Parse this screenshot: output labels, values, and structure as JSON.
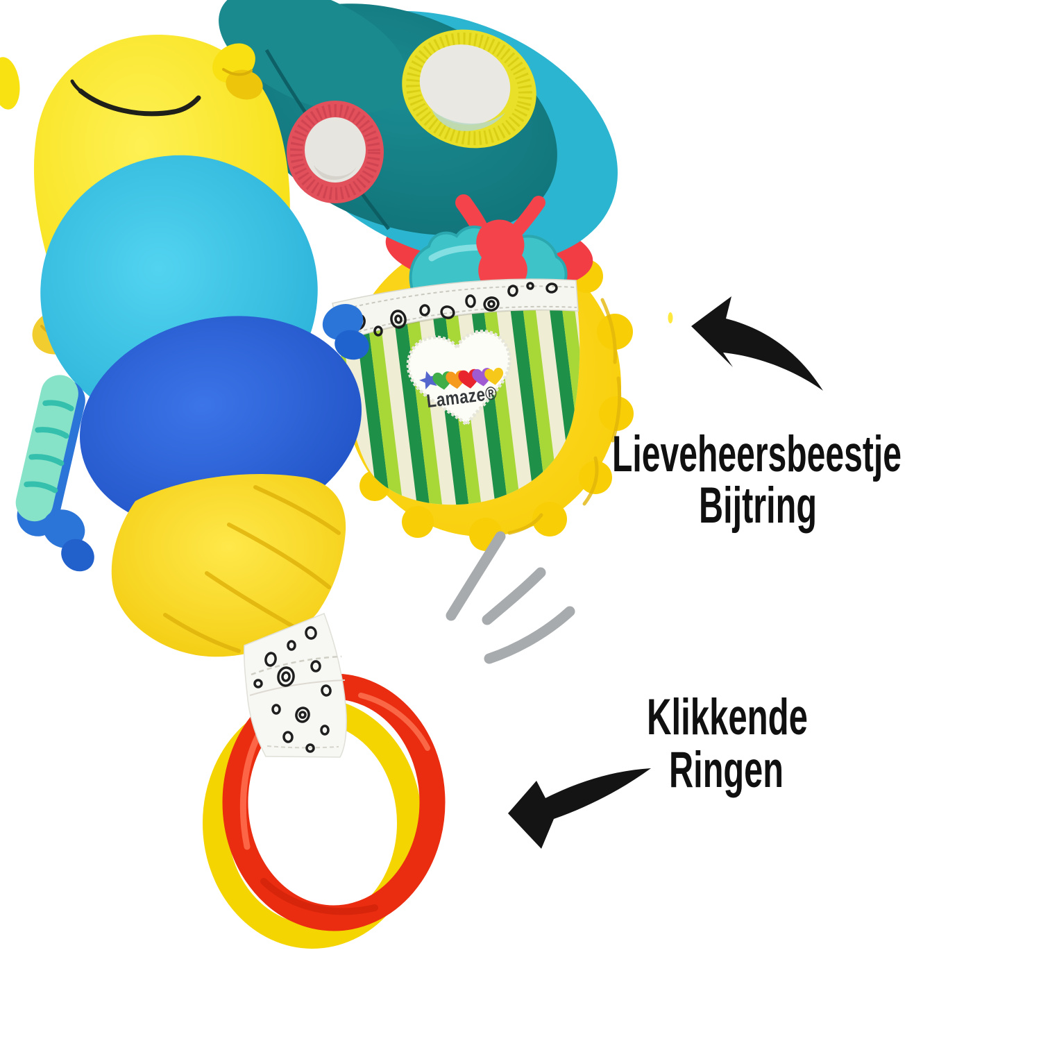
{
  "image": {
    "subject": "Lamaze butterfly caterpillar activity plush toy, annotated product photo",
    "background": "#FFFFFF"
  },
  "annotations": {
    "teether_label": {
      "line1": "Lieveheersbeestje",
      "line2": "Bijtring"
    },
    "rings_label": {
      "line1": "Klikkende",
      "line2": "Ringen"
    },
    "text_color": "#101010",
    "arrow_color": "#141414",
    "motion_lines_color": "#A7ABAD"
  },
  "toy": {
    "brand_patch": {
      "logo_text": "Lamaze®",
      "patch_color": "#FDFDF8",
      "logo_text_color": "#35383B",
      "logo_heart_colors": [
        "#5566CC",
        "#3FAE49",
        "#F59A1C",
        "#E8242C",
        "#A05AD2",
        "#F6C81A"
      ]
    },
    "colors": {
      "head_yellow": "#F9E414",
      "segment_cyan": "#30C0E4",
      "segment_blue": "#2A60D8",
      "segment_yellow": "#F8D90E",
      "disc_yellow": "#FCD307",
      "wing_teal": "#147A80",
      "wing_edge_cyan": "#2CB5D0",
      "mirror_rim_yellow": "#E9E02A",
      "mirror_rim_red": "#E1505B",
      "mirror_face": "#EAE8E2",
      "underwing_red": "#F23D45",
      "cord_red": "#F4434B",
      "teether_teal": "#3EC3C9",
      "pocket_cream": "#F0EDD5",
      "stripe_lime": "#A8D838",
      "stripe_green": "#1F9048",
      "trim_white": "#F6F6F1",
      "strap_white": "#F7F7F3",
      "ring_red": "#EA2D10",
      "ring_yellow": "#F4D502",
      "mint_foot": "#87E3C8",
      "foot_blue": "#2B74D8"
    }
  }
}
